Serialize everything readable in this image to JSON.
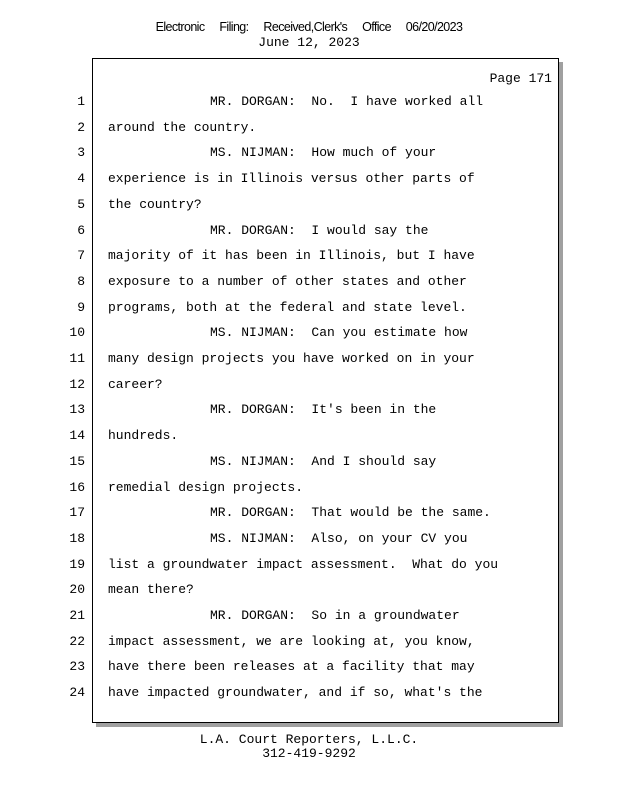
{
  "stamp": {
    "parts": [
      "Electronic",
      "Filing:",
      "Received,Clerk's",
      "Office",
      "06/20/2023"
    ]
  },
  "date": "June 12, 2023",
  "page_label": "Page 171",
  "lines": [
    {
      "n": "1",
      "text": "MR. DORGAN:  No.  I have worked all",
      "indent": true
    },
    {
      "n": "2",
      "text": "around the country.",
      "indent": false
    },
    {
      "n": "3",
      "text": "MS. NIJMAN:  How much of your",
      "indent": true
    },
    {
      "n": "4",
      "text": "experience is in Illinois versus other parts of",
      "indent": false
    },
    {
      "n": "5",
      "text": "the country?",
      "indent": false
    },
    {
      "n": "6",
      "text": "MR. DORGAN:  I would say the",
      "indent": true
    },
    {
      "n": "7",
      "text": "majority of it has been in Illinois, but I have",
      "indent": false
    },
    {
      "n": "8",
      "text": "exposure to a number of other states and other",
      "indent": false
    },
    {
      "n": "9",
      "text": "programs, both at the federal and state level.",
      "indent": false
    },
    {
      "n": "10",
      "text": "MS. NIJMAN:  Can you estimate how",
      "indent": true
    },
    {
      "n": "11",
      "text": "many design projects you have worked on in your",
      "indent": false
    },
    {
      "n": "12",
      "text": "career?",
      "indent": false
    },
    {
      "n": "13",
      "text": "MR. DORGAN:  It's been in the",
      "indent": true
    },
    {
      "n": "14",
      "text": "hundreds.",
      "indent": false
    },
    {
      "n": "15",
      "text": "MS. NIJMAN:  And I should say",
      "indent": true
    },
    {
      "n": "16",
      "text": "remedial design projects.",
      "indent": false
    },
    {
      "n": "17",
      "text": "MR. DORGAN:  That would be the same.",
      "indent": true
    },
    {
      "n": "18",
      "text": "MS. NIJMAN:  Also, on your CV you",
      "indent": true
    },
    {
      "n": "19",
      "text": "list a groundwater impact assessment.  What do you",
      "indent": false
    },
    {
      "n": "20",
      "text": "mean there?",
      "indent": false
    },
    {
      "n": "21",
      "text": "MR. DORGAN:  So in a groundwater",
      "indent": true
    },
    {
      "n": "22",
      "text": "impact assessment, we are looking at, you know,",
      "indent": false
    },
    {
      "n": "23",
      "text": "have there been releases at a facility that may",
      "indent": false
    },
    {
      "n": "24",
      "text": "have impacted groundwater, and if so, what's the",
      "indent": false
    }
  ],
  "footer": {
    "company": "L.A. Court Reporters, L.L.C.",
    "phone": "312-419-9292"
  }
}
